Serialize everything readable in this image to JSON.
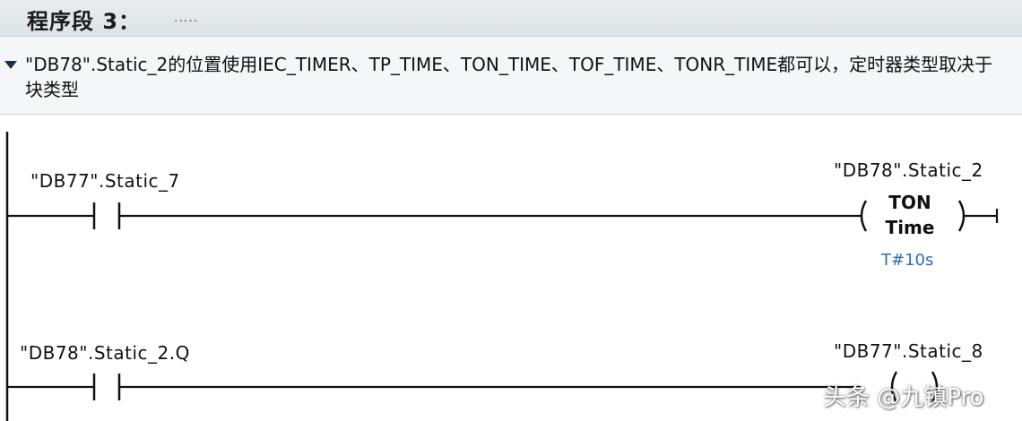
{
  "network": {
    "title": "程序段 3：",
    "dots": "....."
  },
  "comment": {
    "text": "\"DB78\".Static_2的位置使用IEC_TIMER、TP_TIME、TON_TIME、TOF_TIME、TONR_TIME都可以，定时器类型取决于块类型"
  },
  "rung1": {
    "contact_tag": "\"DB77\".Static_7",
    "coil_tag": "\"DB78\".Static_2",
    "coil_type_line1": "TON",
    "coil_type_line2": "Time",
    "preset": "T#10s"
  },
  "rung2": {
    "contact_tag": "\"DB78\".Static_2.Q",
    "coil_tag": "\"DB77\".Static_8"
  },
  "watermark": "头条 @九镇Pro",
  "colors": {
    "preset_blue": "#2f6db5",
    "header_bg": "#dde2e6",
    "wire": "#111111"
  }
}
